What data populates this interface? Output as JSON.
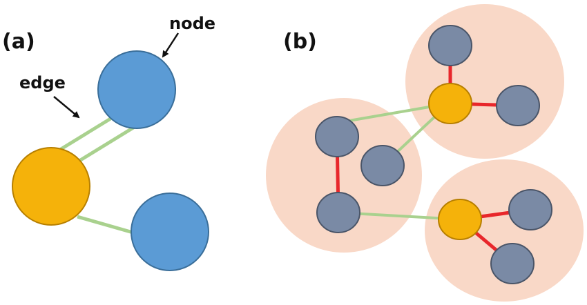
{
  "panels": [
    {
      "label": "(a)"
    },
    {
      "label": "(b)"
    }
  ],
  "annotations": {
    "node": "node",
    "edge": "edge"
  },
  "colors": {
    "blue_node": "#5b9bd5",
    "blue_stroke": "#3a6e99",
    "orange_node": "#f5b20a",
    "orange_stroke": "#b77f00",
    "gray_node": "#7a8aa5",
    "gray_stroke": "#4a5568",
    "green_edge": "#a9d18e",
    "red_edge": "#e8272b",
    "cluster_fill": "#f9d8c7"
  }
}
